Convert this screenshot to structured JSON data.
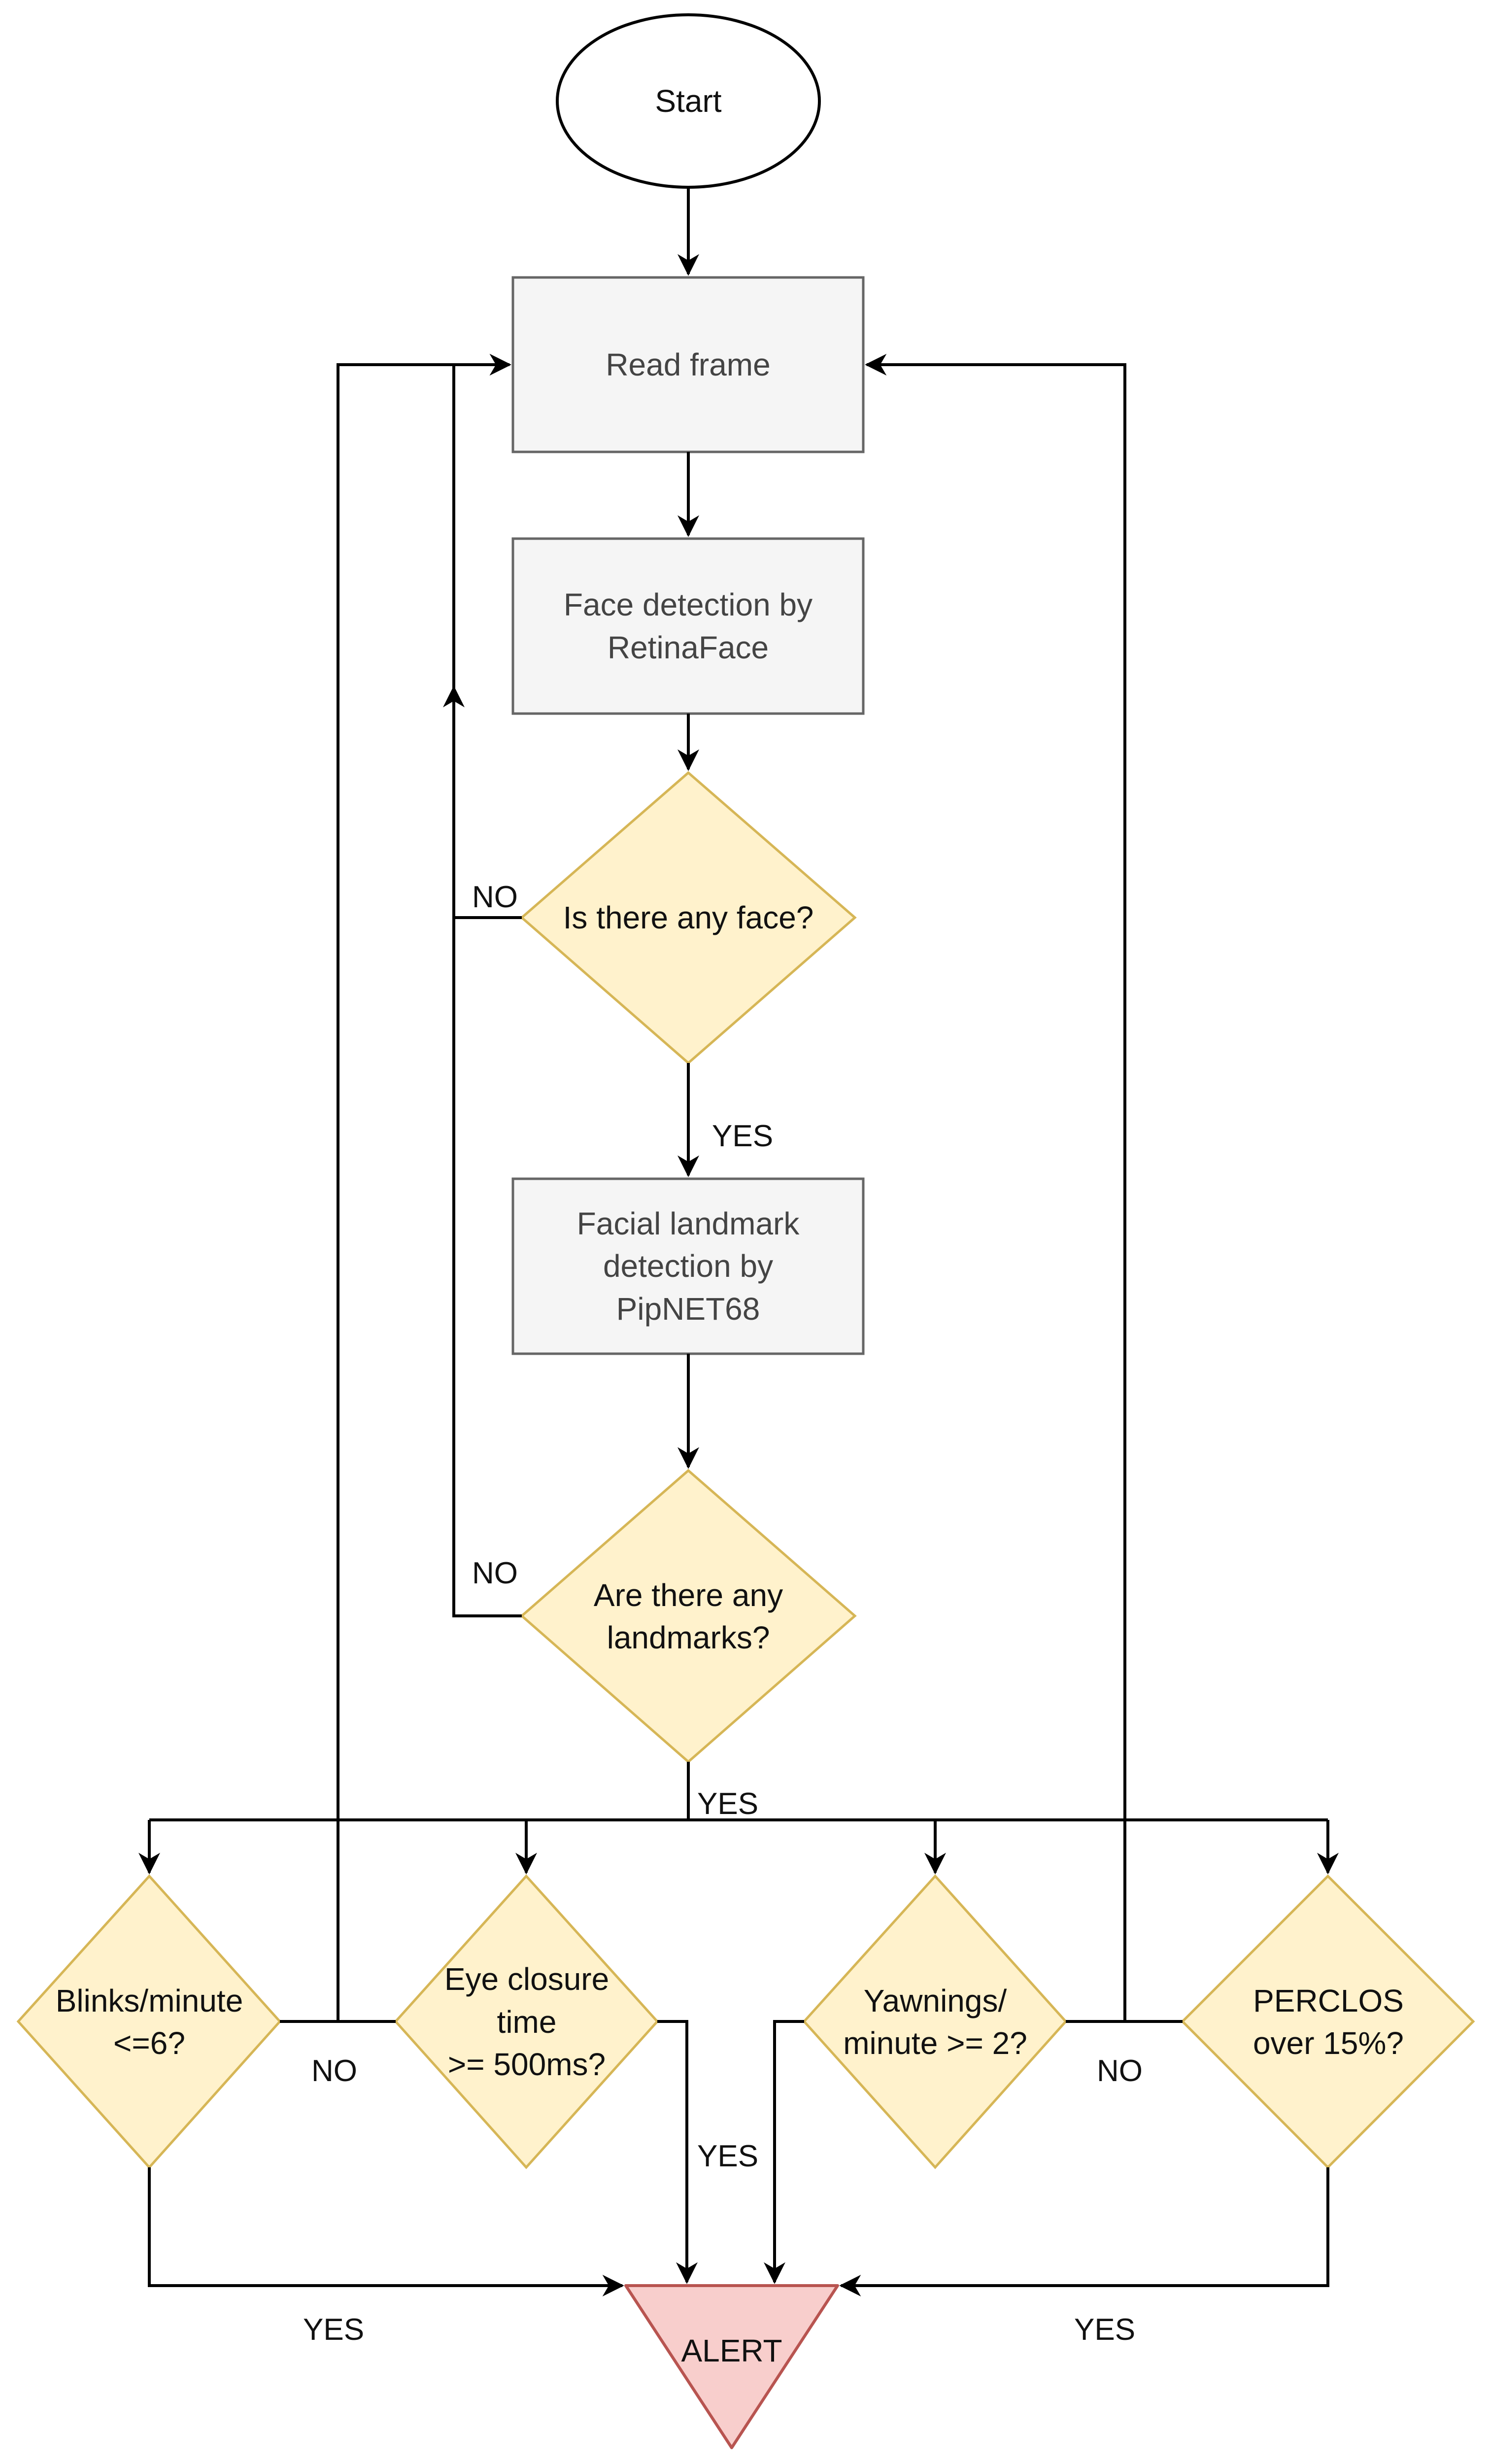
{
  "colors": {
    "process_fill": "#f5f5f5",
    "process_stroke": "#666666",
    "decision_fill": "#fff2cc",
    "decision_stroke": "#d6b656",
    "alert_fill": "#f8cecc",
    "alert_stroke": "#b85450",
    "edge": "#000000",
    "background": "#ffffff"
  },
  "nodes": {
    "start": "Start",
    "read_frame": "Read frame",
    "face_detection": "Face detection by\nRetinaFace",
    "face_check": "Is there any face?",
    "landmark_detection": "Facial landmark\ndetection by\nPipNET68",
    "landmark_check": "Are there any\nlandmarks?",
    "blinks_check": "Blinks/minute\n<=6?",
    "eye_closure_check": "Eye closure\ntime\n>= 500ms?",
    "yawnings_check": "Yawnings/\nminute >= 2?",
    "perclos_check": "PERCLOS\nover 15%?",
    "alert": "ALERT"
  },
  "edge_labels": {
    "face_no": "NO",
    "face_yes": "YES",
    "landmark_no": "NO",
    "landmark_yes": "YES",
    "left_no": "NO",
    "right_no": "NO",
    "eye_yes": "YES",
    "blinks_yes": "YES",
    "perclos_yes": "YES"
  }
}
